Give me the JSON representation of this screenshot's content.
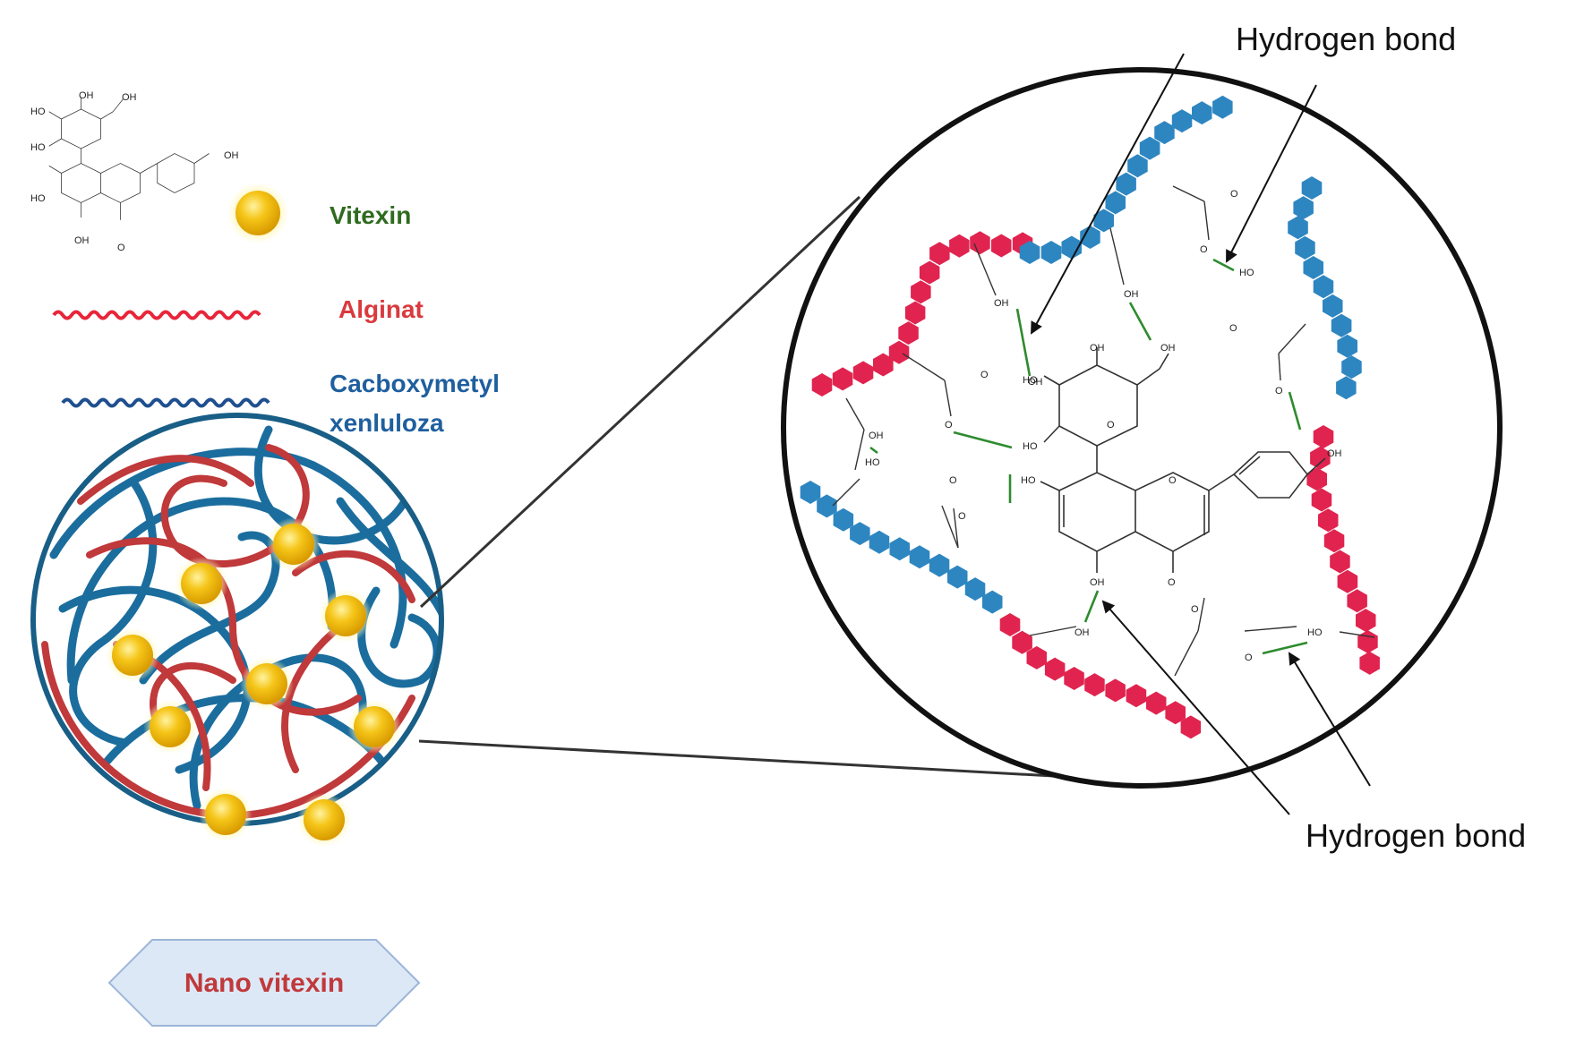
{
  "legend": {
    "vitexin_label": "Vitexin",
    "alginat_label": "Alginat",
    "cmc_label_line1": "Cacboxymetyl",
    "cmc_label_line2": "xenluloza",
    "vitexin_color": "#2e6b1f",
    "alginat_color": "#d93a3e",
    "cmc_color": "#1f5f9f"
  },
  "nanoparticle": {
    "badge_label": "Nano vitexin",
    "badge_text_color": "#c0393b",
    "badge_fill": "#dde8f6"
  },
  "callouts": {
    "top_label": "Hydrogen bond",
    "bottom_label": "Hydrogen bond"
  },
  "colors": {
    "alginate_bead": "#e0244f",
    "cmc_bead": "#2e86c1",
    "bond_green": "#2e8b2e",
    "nanoparticle_red": "#c0393b",
    "nanoparticle_blue": "#1b6d9e",
    "vitexin_ball": "#f2c21a"
  },
  "chem_labels": {
    "oh": "OH",
    "ho": "HO",
    "o": "O"
  }
}
